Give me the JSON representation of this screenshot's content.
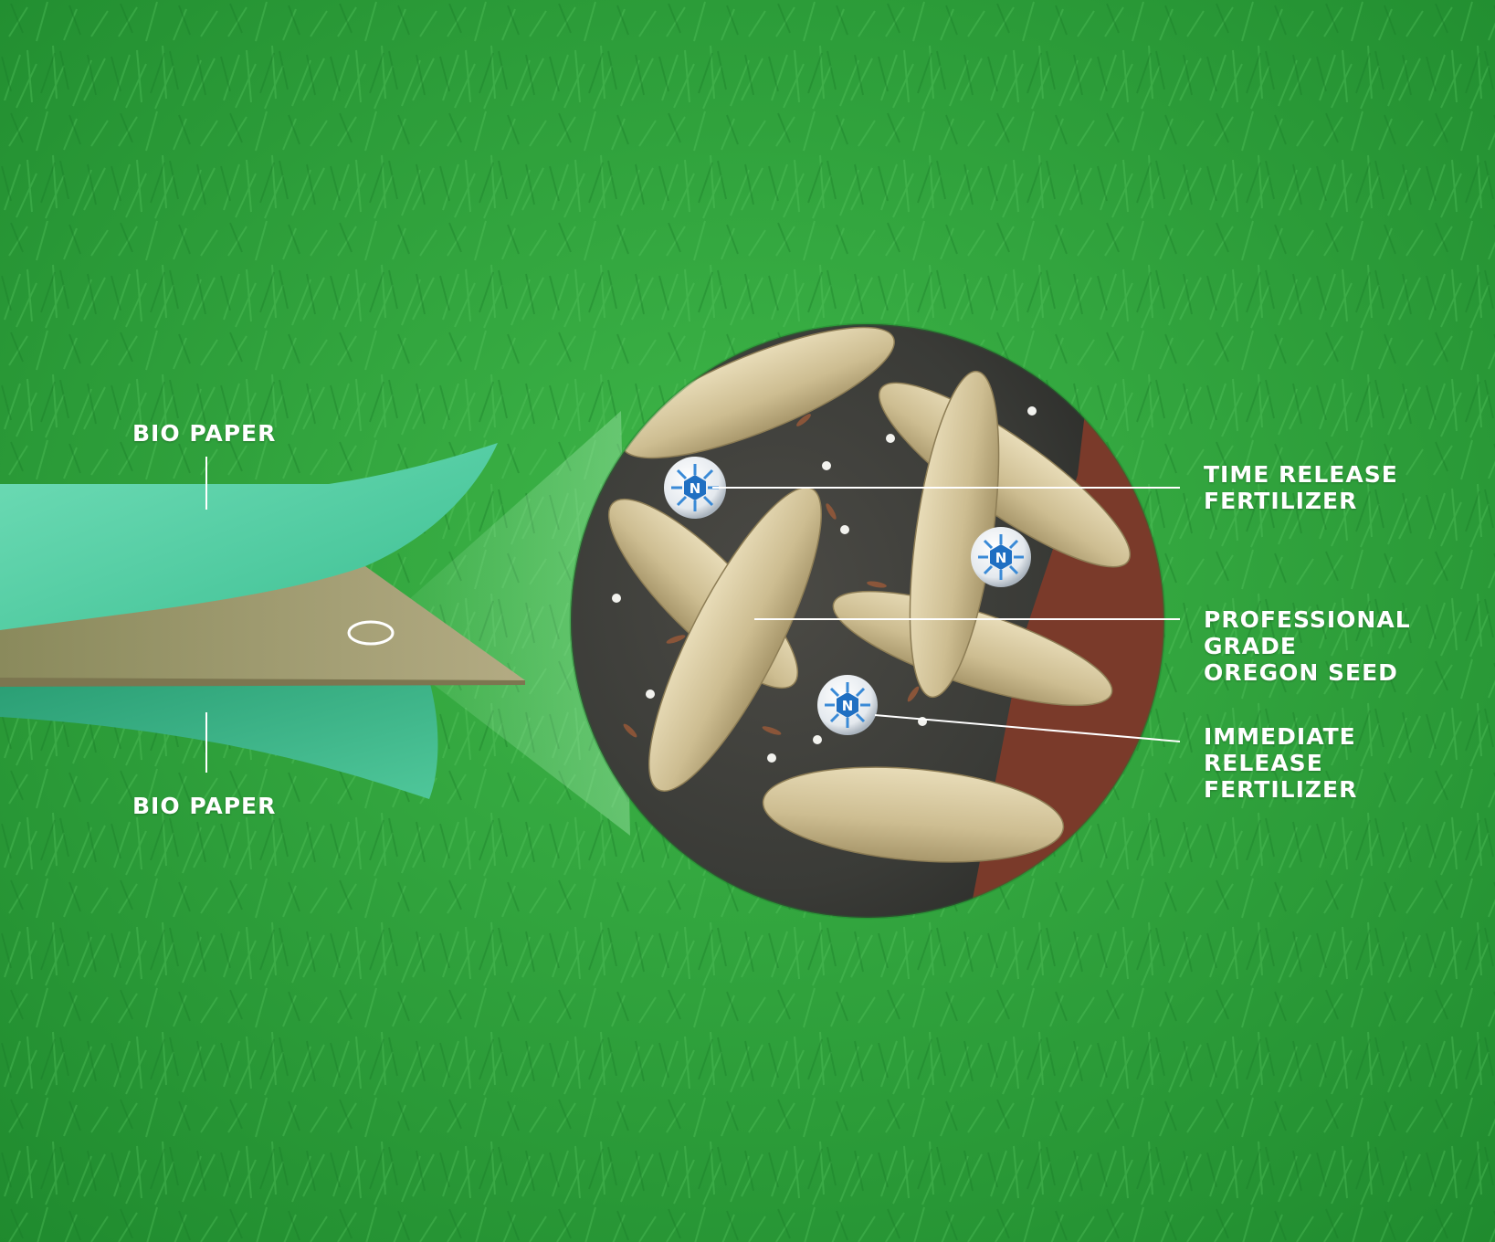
{
  "colors": {
    "grass_dark": "#1f8a2e",
    "grass_light": "#4cc255",
    "bio_paper_top": "#5fd3ac",
    "bio_paper_bottom": "#2fae7e",
    "seed_layer": "#9a9268",
    "soil_brown": "#7a3a2a",
    "seed": "#d9c9a0",
    "fertilizer_blue": "#2a7fd0",
    "label_text": "#ffffff",
    "leader_line": "#ffffff"
  },
  "icons": {
    "fertilizer": "nitrogen-ball-icon",
    "magnifier_marker": "ellipse-marker-icon"
  },
  "labels": {
    "bio_paper_top": "BIO PAPER",
    "bio_paper_bottom": "BIO PAPER",
    "time_release": [
      "TIME RELEASE",
      "FERTILIZER"
    ],
    "seed": [
      "PROFESSIONAL",
      "GRADE",
      "OREGON SEED"
    ],
    "immediate_release": [
      "IMMEDIATE",
      "RELEASE",
      "FERTILIZER"
    ]
  },
  "fertilizer_symbol": "N"
}
